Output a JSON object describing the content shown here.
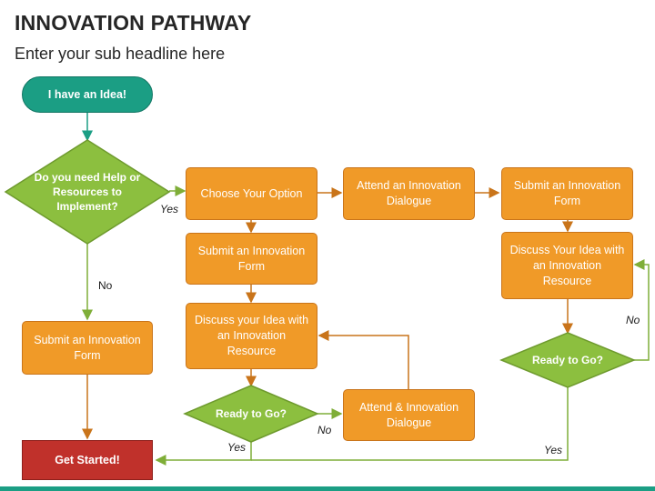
{
  "header": {
    "title": "INNOVATION PATHWAY",
    "subtitle": "Enter your sub headline here"
  },
  "colors": {
    "orange": "#F09A28",
    "green_diamond": "#8CBF3F",
    "teal": "#1B9E84",
    "red": "#C0312B"
  },
  "nodes": {
    "start": "I have an Idea!",
    "decision_need_help": "Do you need Help or Resources to Implement?",
    "submit_form_left": "Submit an Innovation Form",
    "get_started": "Get Started!",
    "choose_option": "Choose Your Option",
    "submit_form_mid": "Submit an Innovation Form",
    "discuss_mid": "Discuss your Idea with an Innovation Resource",
    "ready_mid": "Ready to Go?",
    "attend_and": "Attend & Innovation Dialogue",
    "attend_dialogue": "Attend an Innovation Dialogue",
    "submit_form_right": "Submit an Innovation Form",
    "discuss_right": "Discuss Your Idea with an Innovation Resource",
    "ready_right": "Ready to Go?"
  },
  "labels": {
    "yes_help": "Yes",
    "no_help": "No",
    "no_mid": "No",
    "yes_mid": "Yes",
    "no_right": "No",
    "yes_right": "Yes"
  }
}
